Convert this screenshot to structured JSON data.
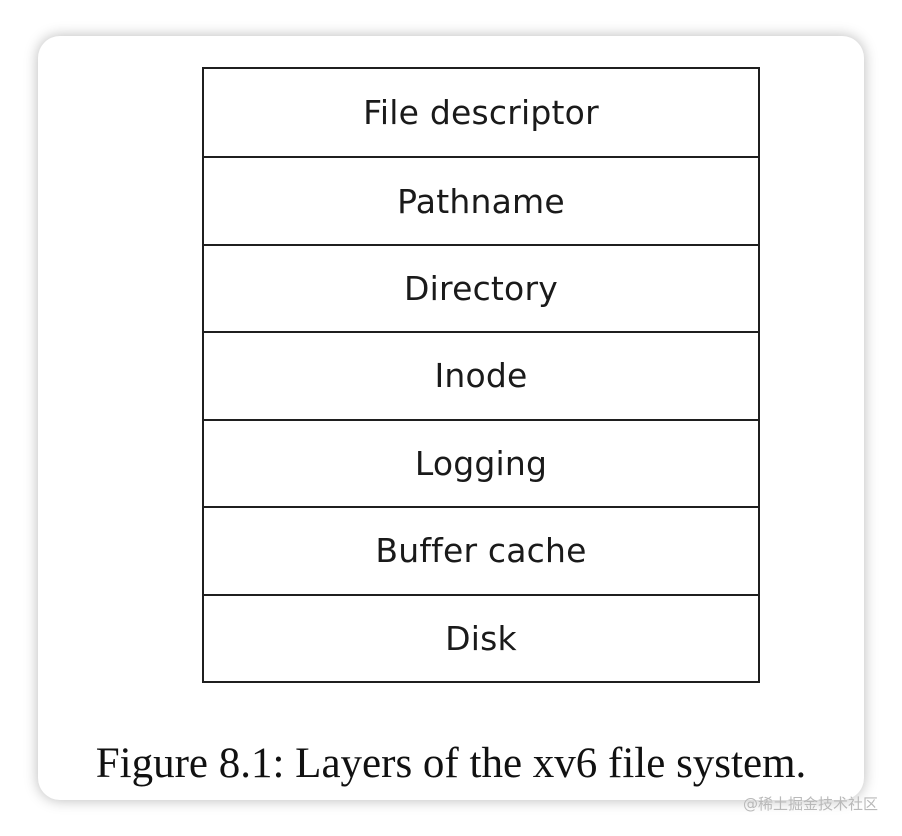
{
  "diagram": {
    "layers": [
      "File descriptor",
      "Pathname",
      "Directory",
      "Inode",
      "Logging",
      "Buffer cache",
      "Disk"
    ]
  },
  "caption": "Figure 8.1: Layers of the xv6 file system.",
  "watermark": "@稀土掘金技术社区"
}
